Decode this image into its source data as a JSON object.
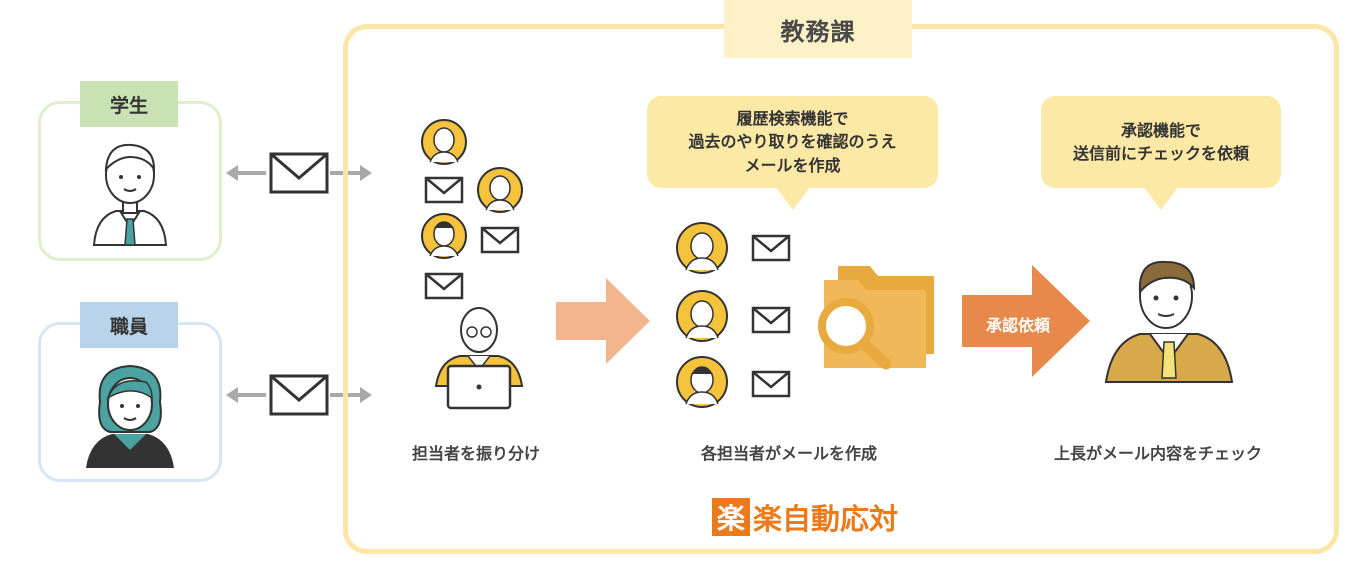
{
  "department": "教務課",
  "actors": [
    {
      "label": "学生"
    },
    {
      "label": "職員"
    }
  ],
  "bubbles": {
    "history": [
      "履歴検索機能で",
      "過去のやり取りを確認のうえ",
      "メールを作成"
    ],
    "approval": [
      "承認機能で",
      "送信前にチェックを依頼"
    ]
  },
  "captions": {
    "assign": "担当者を振り分け",
    "compose": "各担当者がメールを作成",
    "check": "上長がメール内容をチェック"
  },
  "approval_arrow_label": "承認依頼",
  "logo": {
    "mark": "楽",
    "text": "楽自動応対"
  },
  "colors": {
    "frame": "#fbe6a8",
    "bubble": "#fce9a6",
    "student_tag": "#c9e2b4",
    "staff_tag": "#b9d3eb",
    "flow_arrow": "#f3b58d",
    "approval_arrow": "#e6894a",
    "folder": "#f1b85a",
    "logo": "#ec7a1a"
  }
}
